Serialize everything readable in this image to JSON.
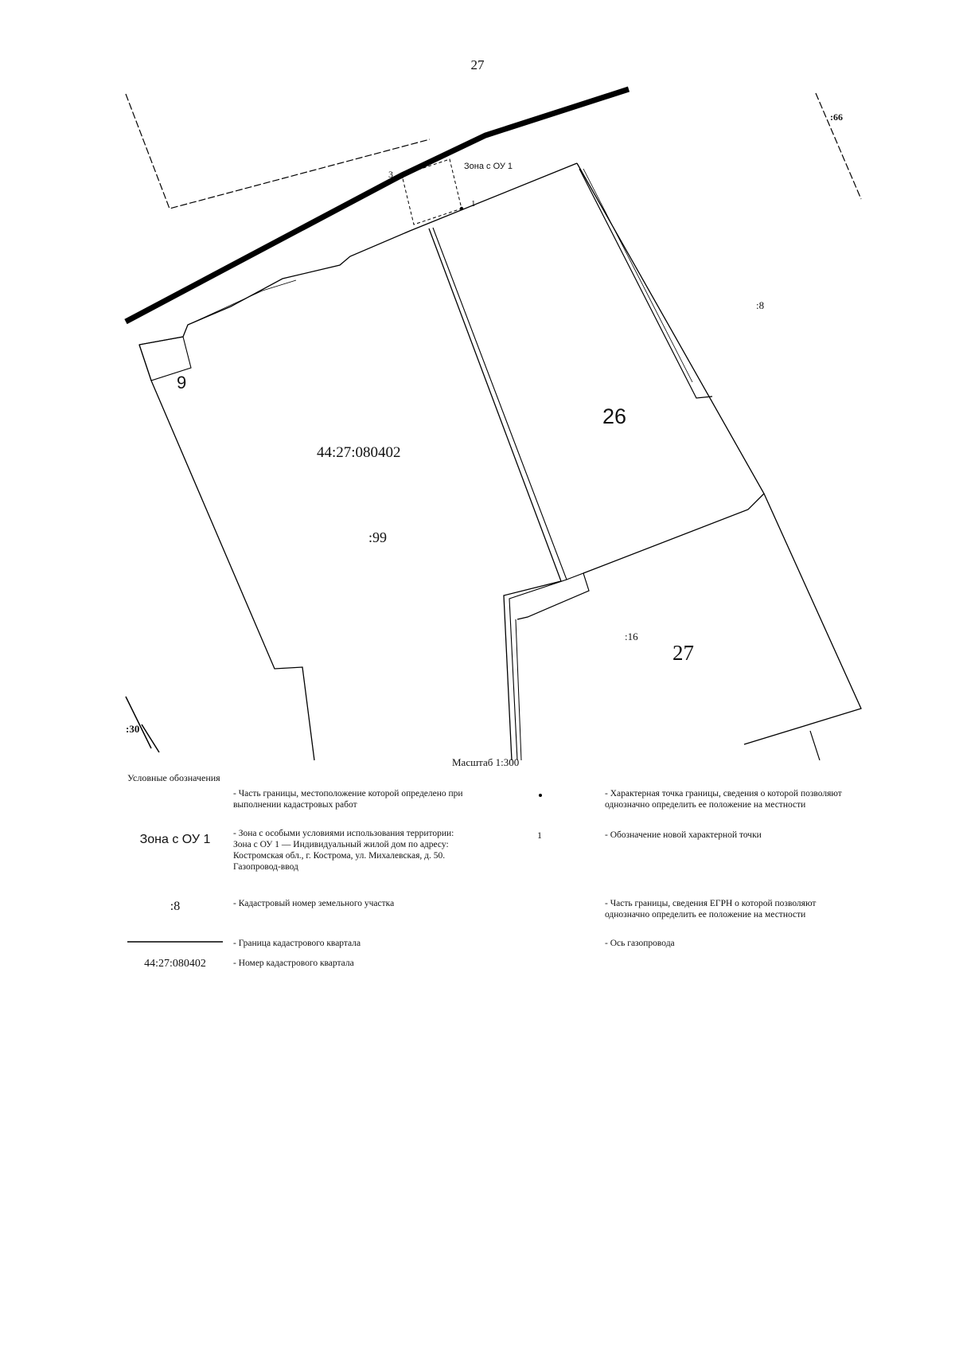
{
  "page": {
    "number": "27"
  },
  "map": {
    "quarter_number": "44:27:080402",
    "zone_label": "Зона с ОУ 1",
    "scale": "Масштаб 1:300",
    "parcel_labels": {
      "p99": ":99",
      "p8": ":8",
      "p66": ":66",
      "p16": ":16",
      "p30": ":30"
    },
    "house_numbers": {
      "h9": "9",
      "h26": "26",
      "h27": "27"
    },
    "point_labels": {
      "p3": "3",
      "p1": "1"
    }
  },
  "legend": {
    "title": "Условные обозначения",
    "items": {
      "boundary_cadastral_work": "- Часть границы, местоположение которой определено при выполнении кадастровых работ",
      "zone_desc": "- Зона с особыми условиями использования территории: Зона с ОУ 1 — Индивидуальный жилой дом по адресу: Костромская обл., г. Кострома, ул. Михалевская, д. 50. Газопровод-ввод",
      "zone_symbol": "Зона с ОУ 1",
      "parcel_symbol": ":8",
      "parcel_desc": "- Кадастровый номер земельного участка",
      "quarter_boundary_desc": "- Граница кадастрового квартала",
      "quarter_number_symbol": "44:27:080402",
      "quarter_number_desc": "- Номер кадастрового квартала",
      "char_point_desc": "- Характерная точка границы, сведения о которой позволяют однозначно определить ее положение на местности",
      "new_point_symbol": "1",
      "new_point_desc": "- Обозначение новой характерной точки",
      "egrn_boundary_desc": "- Часть границы, сведения ЕГРН о которой позволяют однозначно определить ее положение на местности",
      "gas_axis_desc": "- Ось газопровода"
    }
  }
}
